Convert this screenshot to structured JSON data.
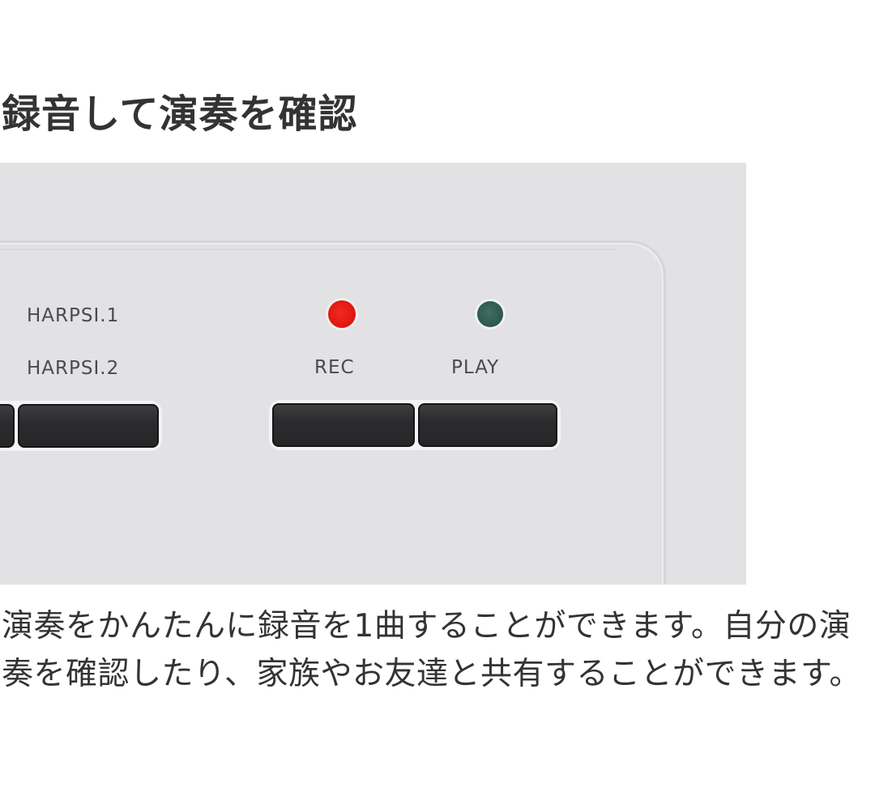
{
  "section": {
    "heading": "録音して演奏を確認",
    "description": "演奏をかんたんに録音を1曲することができます。自分の演奏を確認したり、家族やお友達と共有することができます。"
  },
  "figure": {
    "background_color": "#e2e2e5",
    "voice_labels": [
      "HARPSI.1",
      "HARPSI.2"
    ],
    "recorder": {
      "rec": {
        "label": "REC",
        "led_color": "#e01812",
        "led_state": "on"
      },
      "play": {
        "label": "PLAY",
        "led_color": "#2f5a4f",
        "led_state": "off"
      }
    }
  }
}
